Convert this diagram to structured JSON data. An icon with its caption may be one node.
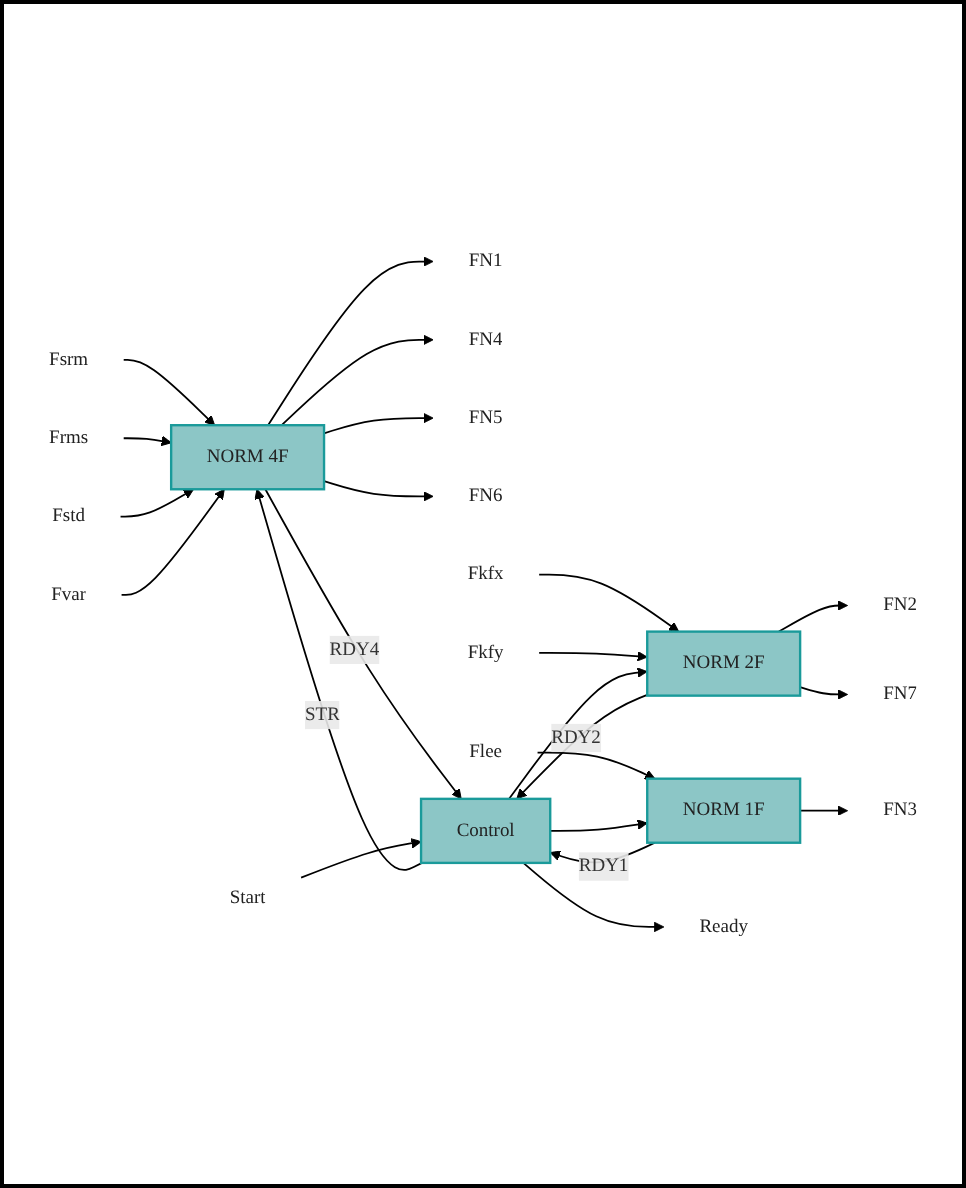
{
  "diagram": {
    "nodes": [
      {
        "text": [
          "Fsrm"
        ]
      },
      {
        "text": [
          "Frms"
        ]
      },
      {
        "text": [
          "Fstd"
        ]
      },
      {
        "text": [
          "Fvar"
        ]
      },
      {
        "text": [
          "NORM 4F"
        ]
      },
      {
        "text": [
          "FN1"
        ]
      },
      {
        "text": [
          "FN4"
        ]
      },
      {
        "text": [
          "FN5"
        ]
      },
      {
        "text": [
          "FN6"
        ]
      },
      {
        "text": [
          "Fkfx"
        ]
      },
      {
        "text": [
          "Fkfy"
        ]
      },
      {
        "text": [
          "NORM 2F"
        ]
      },
      {
        "text": [
          "FN2"
        ]
      },
      {
        "text": [
          "FN7"
        ]
      },
      {
        "text": [
          "Flee"
        ]
      },
      {
        "text": [
          "NORM 1F"
        ]
      },
      {
        "text": [
          "FN3"
        ]
      },
      {
        "text": [
          "Control"
        ]
      },
      {
        "text": [
          "Start"
        ]
      },
      {
        "text": [
          "Ready"
        ]
      }
    ],
    "edges": [
      {
        "from": 0,
        "to": 4,
        "arrow": "to"
      },
      {
        "from": 1,
        "to": 4,
        "arrow": "to"
      },
      {
        "from": 2,
        "to": 4,
        "arrow": "to"
      },
      {
        "from": 3,
        "to": 4,
        "arrow": "to"
      },
      {
        "from": 4,
        "to": 5,
        "arrow": "to"
      },
      {
        "from": 4,
        "to": 6,
        "arrow": "to"
      },
      {
        "from": 4,
        "to": 7,
        "arrow": "to"
      },
      {
        "from": 4,
        "to": 8,
        "arrow": "to"
      },
      {
        "from": 4,
        "to": 17,
        "label": "RDY4",
        "arrow": "to"
      },
      {
        "from": 9,
        "to": 11,
        "arrow": "to"
      },
      {
        "from": 10,
        "to": 11,
        "arrow": "to"
      },
      {
        "from": 11,
        "to": 12,
        "arrow": "to"
      },
      {
        "from": 11,
        "to": 13,
        "arrow": "to"
      },
      {
        "from": 11,
        "to": 17,
        "label": "RDY2",
        "arrow": "to"
      },
      {
        "from": 14,
        "to": 15,
        "arrow": "to"
      },
      {
        "from": 15,
        "to": 16,
        "arrow": "to"
      },
      {
        "from": 15,
        "to": 17,
        "label": "RDY1",
        "arrow": "to"
      },
      {
        "from": 17,
        "to": 4,
        "label": "STR",
        "arrow": "to"
      },
      {
        "from": 17,
        "to": 11,
        "arrow": "to"
      },
      {
        "from": 17,
        "to": 15,
        "arrow": "to"
      },
      {
        "from": 18,
        "to": 17,
        "arrow": "to"
      },
      {
        "from": 17,
        "to": 19,
        "arrow": "to"
      }
    ]
  }
}
